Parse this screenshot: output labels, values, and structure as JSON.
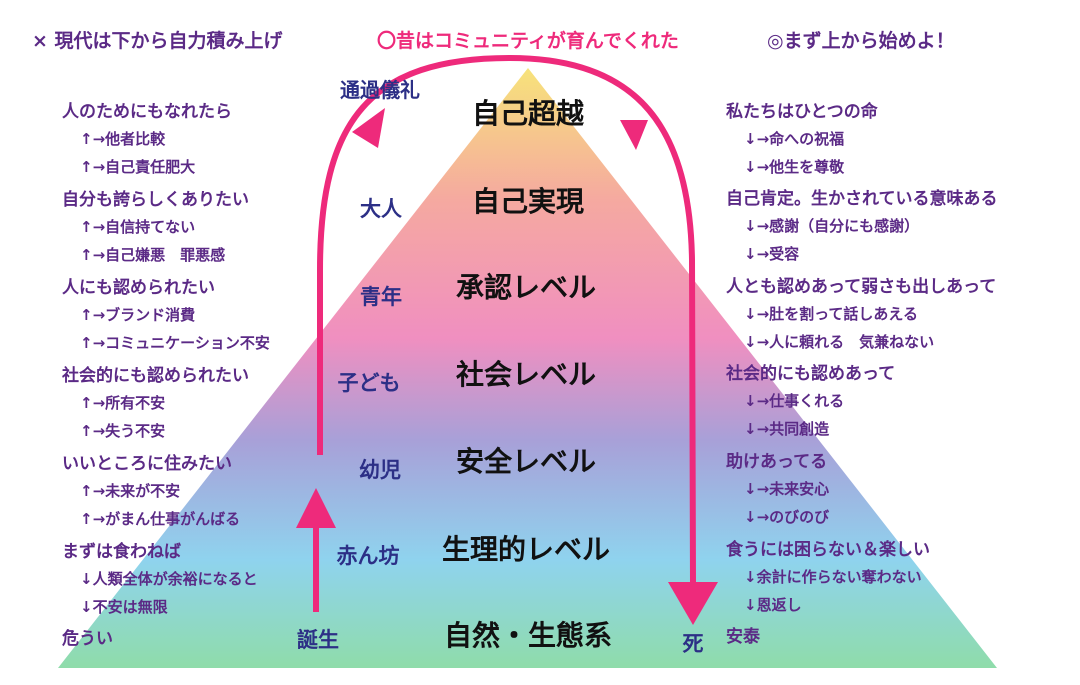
{
  "header": {
    "left": "× 現代は下から自力積み上げ",
    "middle": "〇昔はコミュニティが育んでくれた",
    "right": "◎まず上から始めよ！"
  },
  "colors": {
    "arrow": "#ee2a7b",
    "left_text": "#5b2a86",
    "stage_text": "#2c2f86",
    "header_middle": "#ee2a7b",
    "pyramid_top": "#f7e37a",
    "pyramid_mid": "#f08fc0",
    "pyramid_low": "#8fd3ee",
    "pyramid_base": "#8fdcaa"
  },
  "levels": [
    "自己超越",
    "自己実現",
    "承認レベル",
    "社会レベル",
    "安全レベル",
    "生理的レベル",
    "自然・生態系"
  ],
  "stages": [
    "通過儀礼",
    "大人",
    "青年",
    "子ども",
    "幼児",
    "赤ん坊",
    "誕生",
    "死"
  ],
  "left": [
    {
      "main": "人のためにもなれたら",
      "subs": [
        "↑→他者比較",
        "↑→自己責任肥大"
      ]
    },
    {
      "main": "自分も誇らしくありたい",
      "subs": [
        "↑→自信持てない",
        "↑→自己嫌悪　罪悪感"
      ]
    },
    {
      "main": "人にも認められたい",
      "subs": [
        "↑→ブランド消費",
        "↑→コミュニケーション不安"
      ]
    },
    {
      "main": "社会的にも認められたい",
      "subs": [
        "↑→所有不安",
        "↑→失う不安"
      ]
    },
    {
      "main": "いいところに住みたい",
      "subs": [
        "↑→未来が不安",
        "↑→がまん仕事がんばる"
      ]
    },
    {
      "main": "まずは食わねば",
      "subs": [
        "↓人類全体が余裕になると",
        "↓不安は無限"
      ]
    },
    {
      "main": "危うい",
      "subs": []
    }
  ],
  "right": [
    {
      "main": "私たちはひとつの命",
      "subs": [
        "↓→命への祝福",
        "↓→他生を尊敬"
      ]
    },
    {
      "main": "自己肯定。生かされている意味ある",
      "subs": [
        "↓→感謝（自分にも感謝）",
        "↓→受容"
      ]
    },
    {
      "main": "人とも認めあって弱さも出しあって",
      "subs": [
        "↓→肚を割って話しあえる",
        "↓→人に頼れる　気兼ねない"
      ]
    },
    {
      "main": "社会的にも認めあって",
      "subs": [
        "↓→仕事くれる",
        "↓→共同創造"
      ]
    },
    {
      "main": "助けあってる",
      "subs": [
        "↓→未来安心",
        "↓→のびのび"
      ]
    },
    {
      "main": "食うには困らない＆楽しい",
      "subs": [
        "↓余計に作らない奪わない",
        "↓恩返し"
      ]
    },
    {
      "main": "安泰",
      "subs": []
    }
  ]
}
